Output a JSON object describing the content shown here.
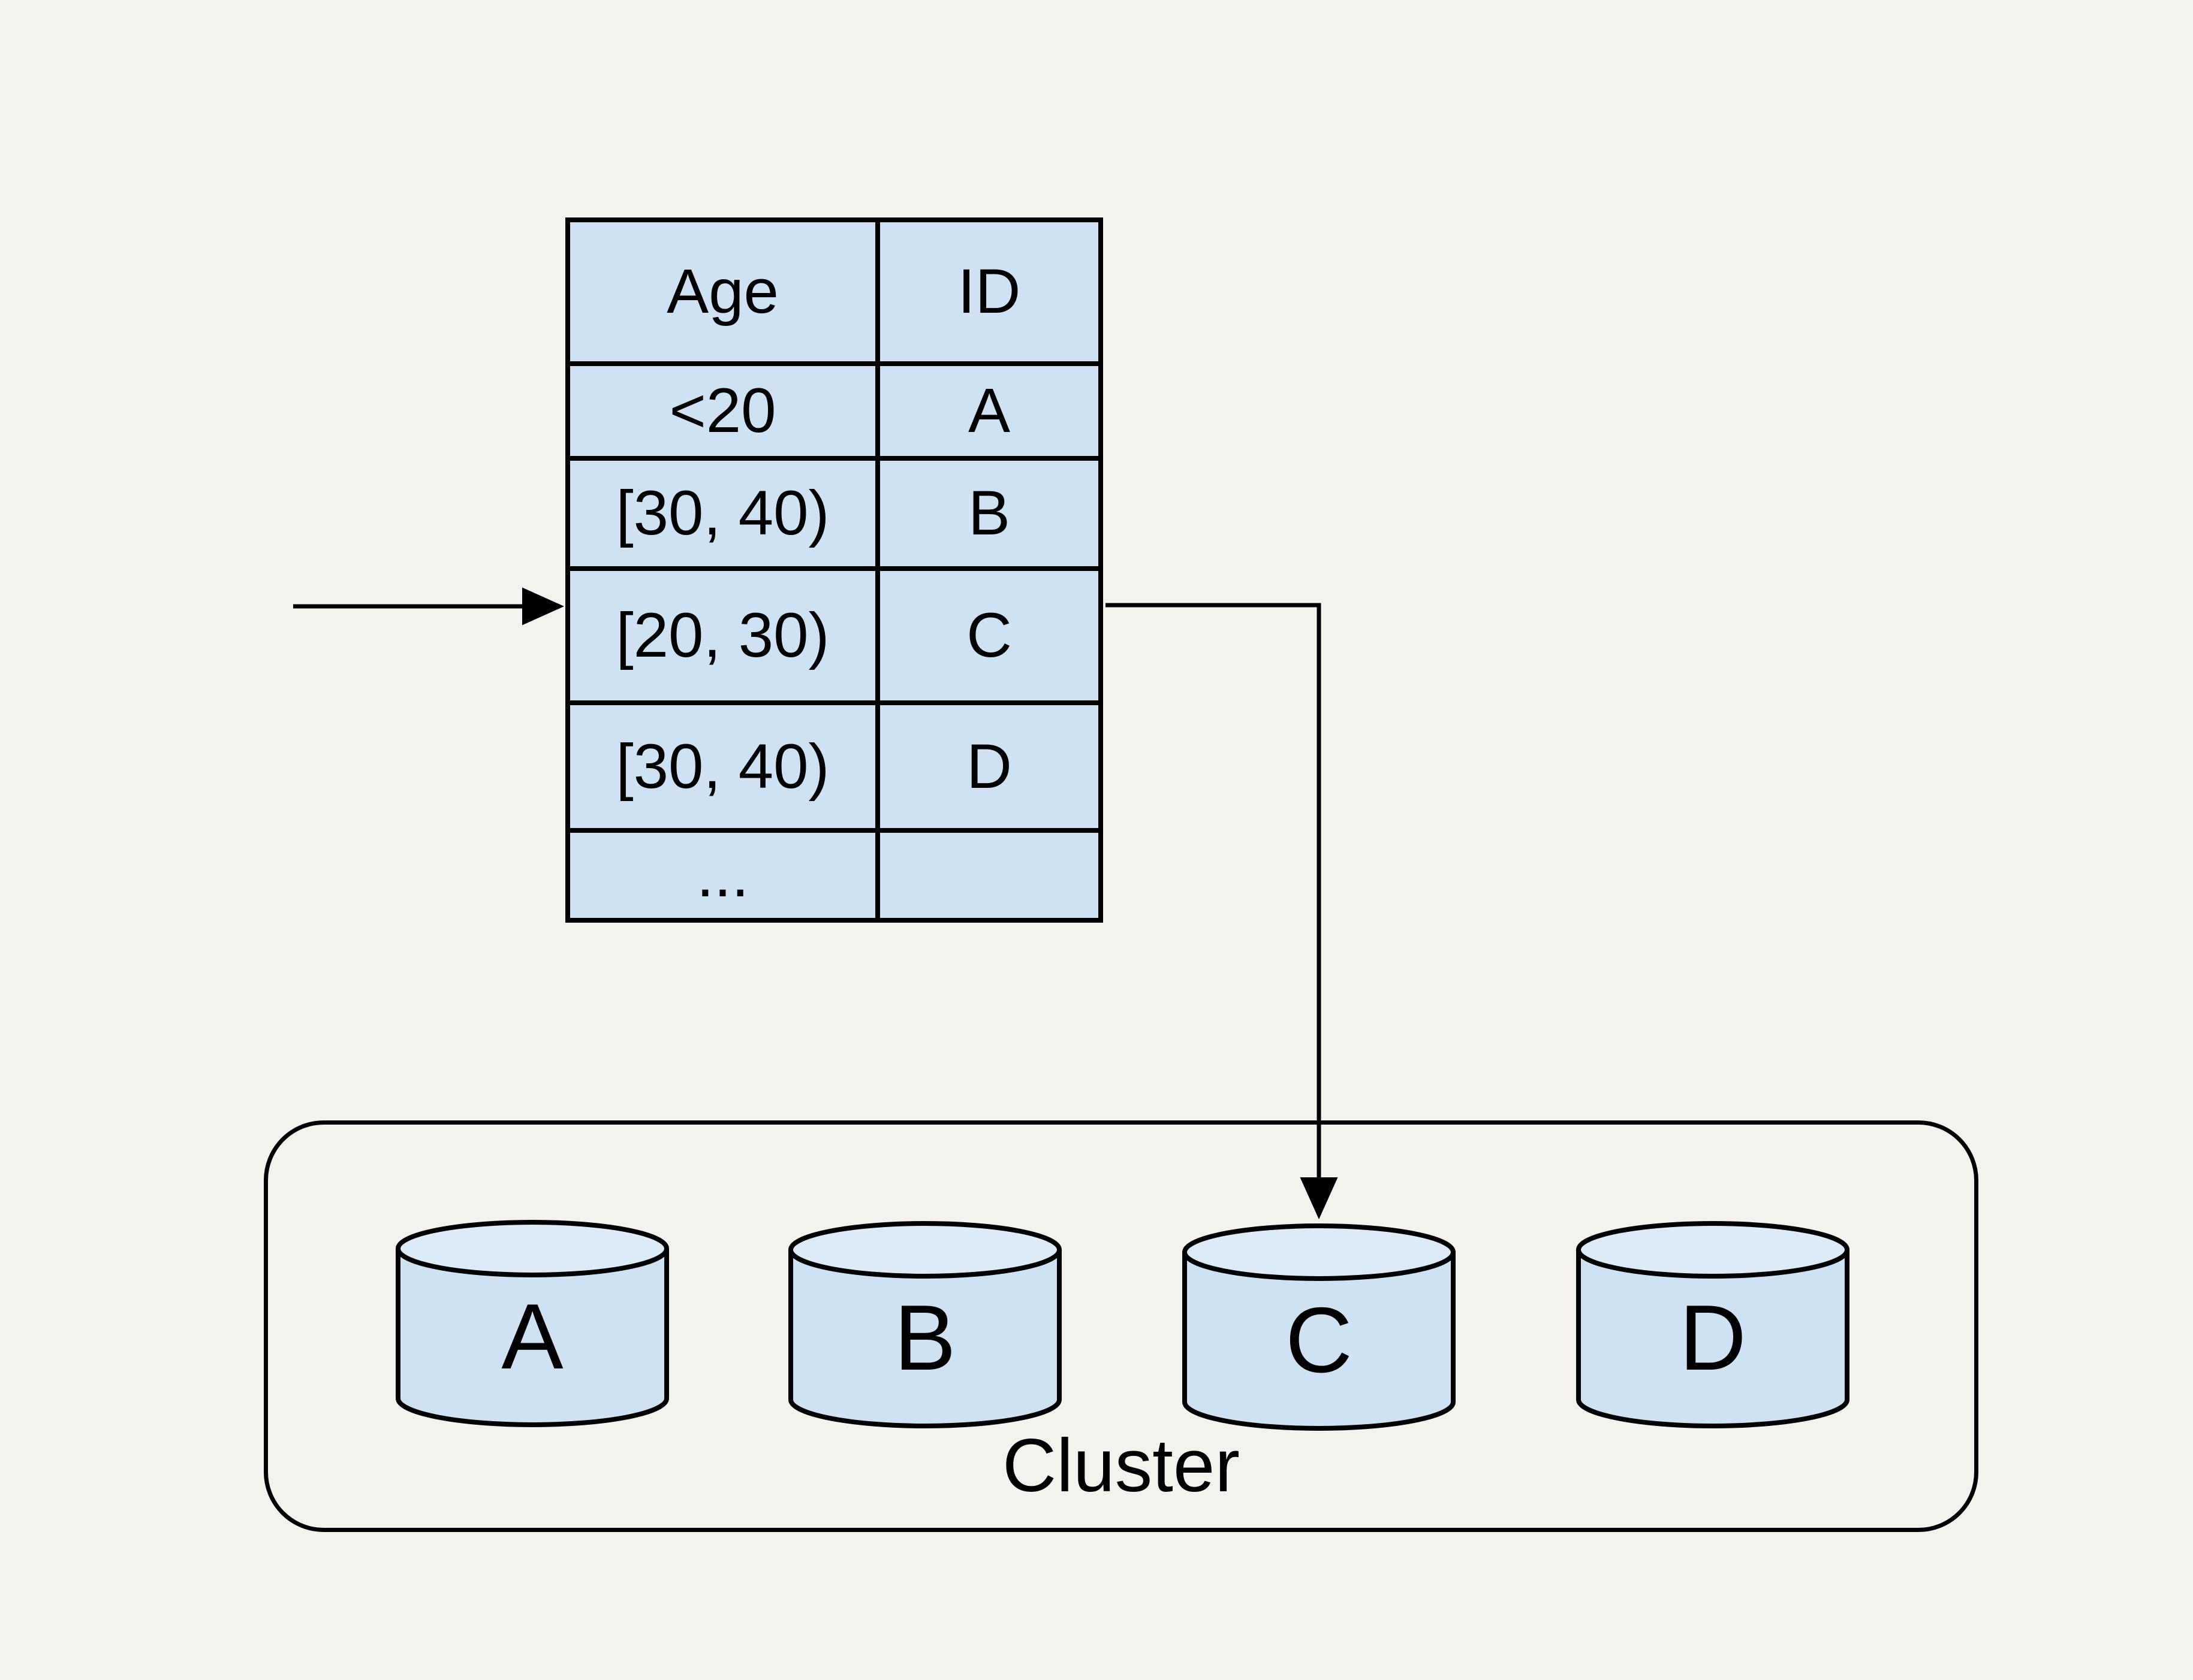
{
  "colors": {
    "background": "#f3f2ed",
    "node_fill": "#cfe2f3",
    "node_fill_top": "#dcebf7",
    "stroke": "#000000"
  },
  "table": {
    "header": [
      "Age",
      "ID"
    ],
    "rows": [
      [
        "<20",
        "A"
      ],
      [
        "[30, 40)",
        "B"
      ],
      [
        "[20, 30)",
        "C"
      ],
      [
        "[30, 40)",
        "D"
      ],
      [
        "...",
        ""
      ]
    ]
  },
  "connectors": {
    "incoming_arrow_target_row": "[20, 30)",
    "routed_target_node": "C"
  },
  "cluster": {
    "label": "Cluster",
    "nodes": [
      {
        "label": "A"
      },
      {
        "label": "B"
      },
      {
        "label": "C"
      },
      {
        "label": "D"
      }
    ]
  }
}
